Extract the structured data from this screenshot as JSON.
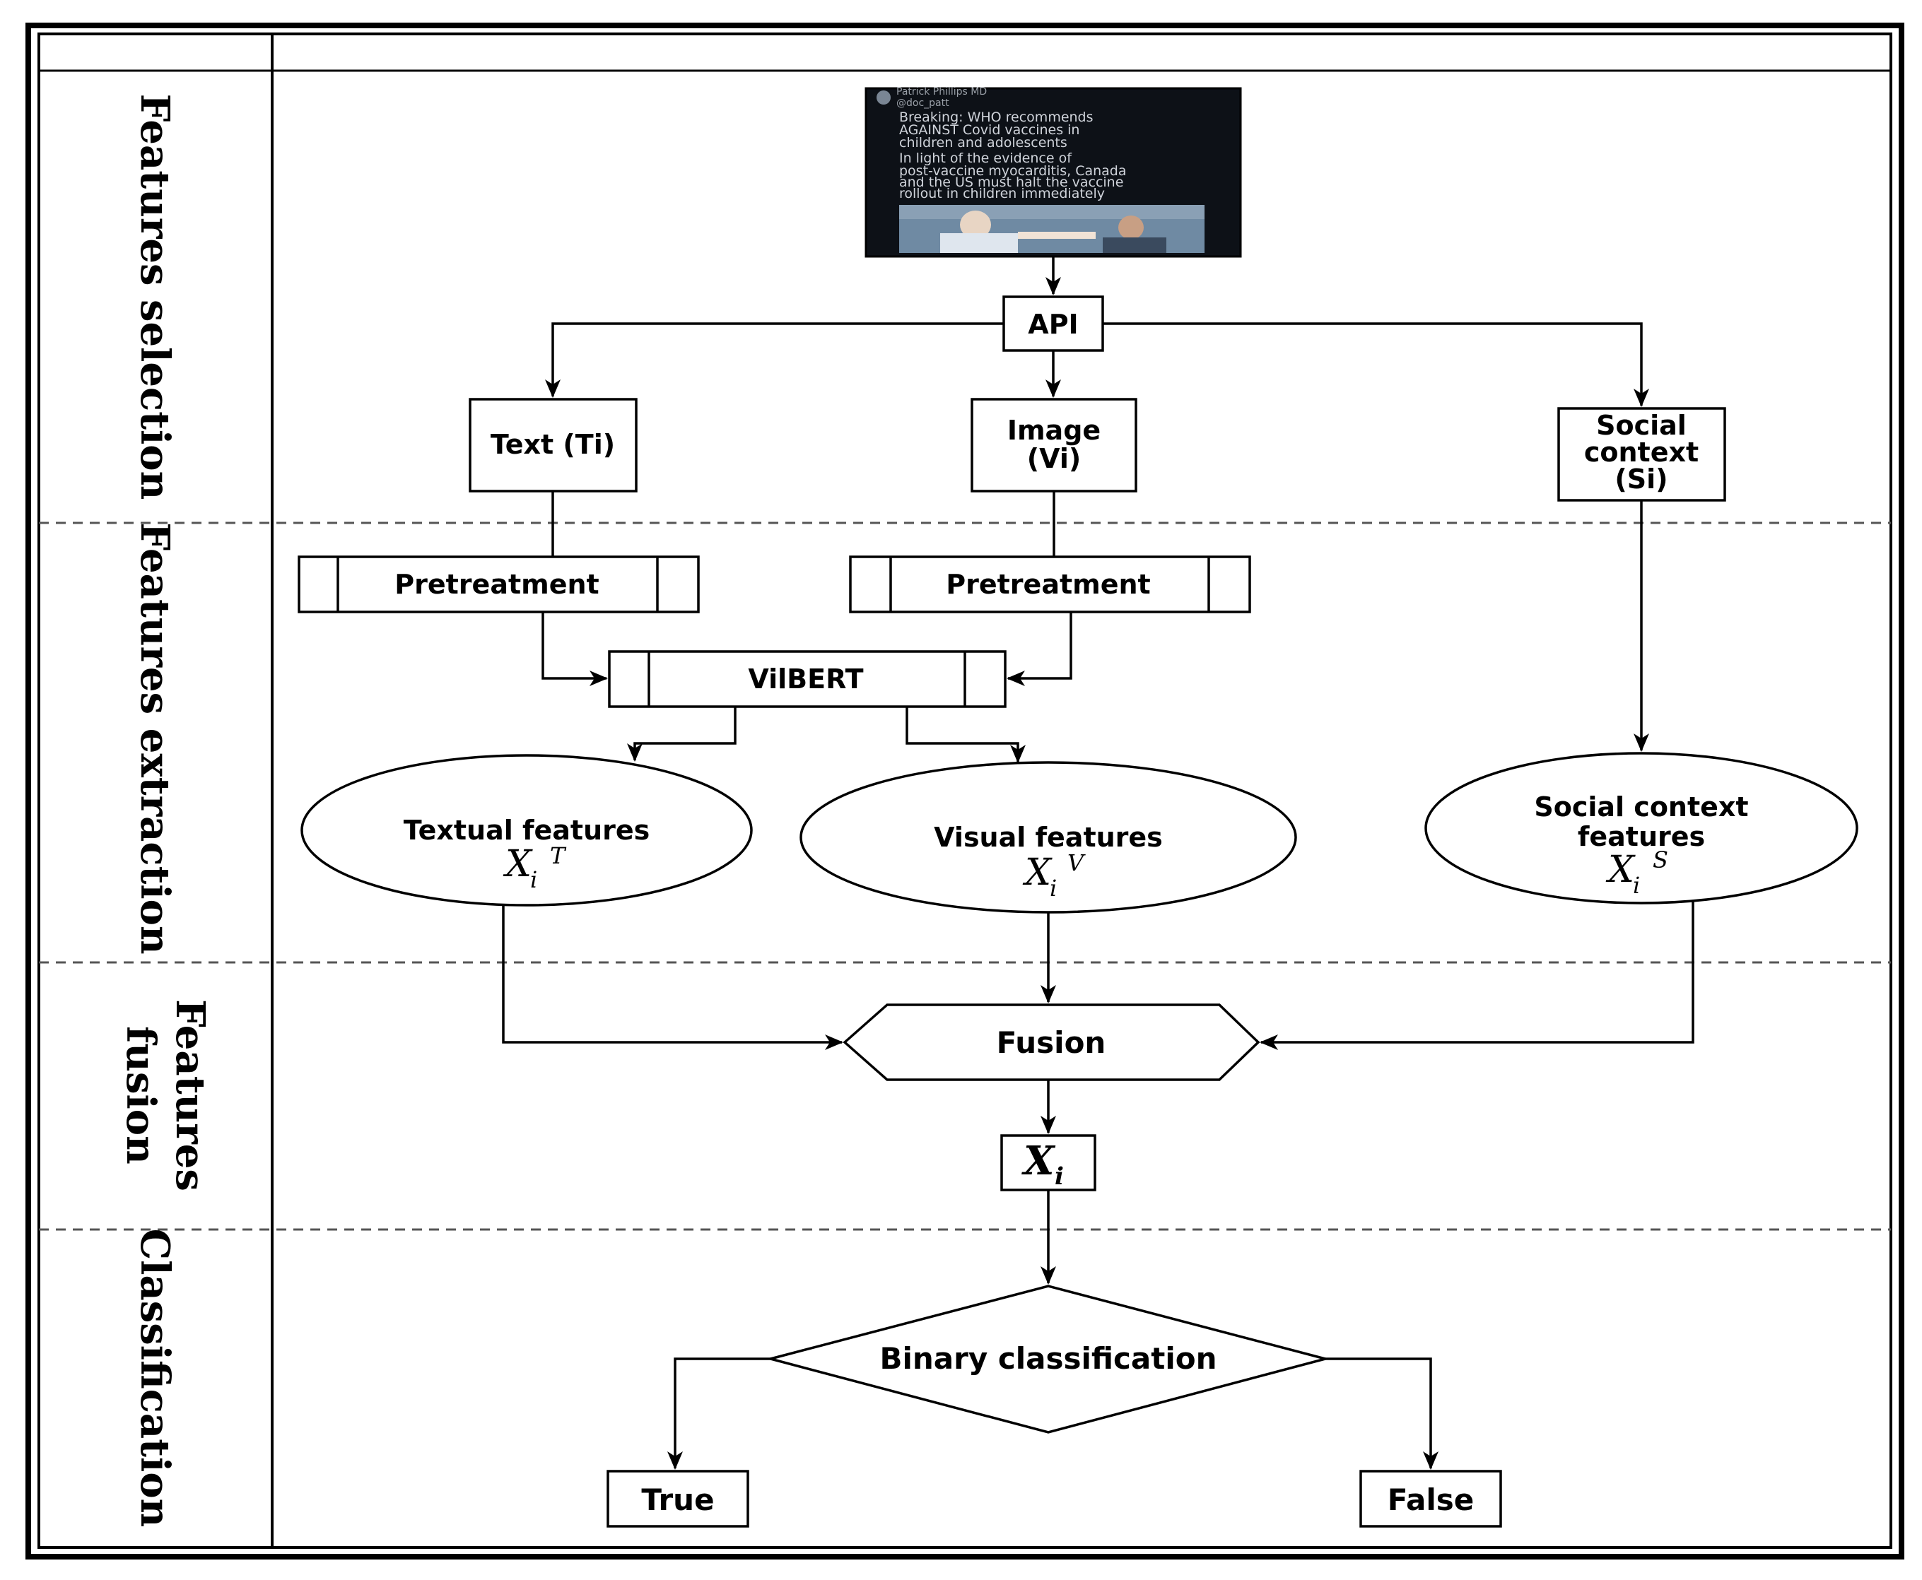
{
  "lanes": {
    "selection": "Features selection",
    "extraction": "Features extraction",
    "fusion_line1": "Features",
    "fusion_line2": "fusion",
    "classification": "Classification"
  },
  "tweet": {
    "author": "Patrick Phillips MD",
    "handle": "@doc_patt",
    "lines": [
      "Breaking: WHO recommends",
      "AGAINST Covid vaccines in",
      "children and adolescents",
      "",
      "In light of the evidence of",
      "post-vaccine myocarditis, Canada",
      "and the US must halt the vaccine",
      "rollout in children immediately"
    ]
  },
  "nodes": {
    "api": "API",
    "text": "Text (Ti)",
    "image_line1": "Image",
    "image_line2": "(Vi)",
    "social_line1": "Social",
    "social_line2": "context",
    "social_line3": "(Si)",
    "pretreatment_text": "Pretreatment",
    "pretreatment_image": "Pretreatment",
    "vilbert": "VilBERT",
    "textual_features": "Textual features",
    "textual_symbol": "X",
    "textual_sub": "i",
    "textual_sup": "T",
    "visual_features": "Visual features",
    "visual_symbol": "X",
    "visual_sub": "i",
    "visual_sup": "V",
    "social_features_line1": "Social context",
    "social_features_line2": "features",
    "social_symbol": "X",
    "social_sub": "i",
    "social_sup": "S",
    "fusion": "Fusion",
    "xi_symbol": "X",
    "xi_sub": "i",
    "binary": "Binary classification",
    "true": "True",
    "false": "False"
  },
  "colors": {
    "tweet_background": "#0d1117",
    "tweet_photo": "#6f8aa3"
  }
}
